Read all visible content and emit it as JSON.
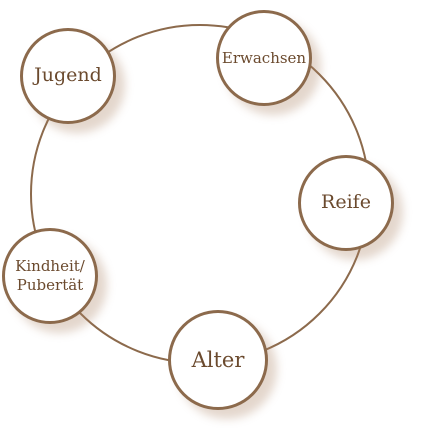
{
  "diagram": {
    "stages": {
      "jugend": "Jugend",
      "erwachsen": "Erwachsen",
      "reife": "Reife",
      "kindheit_line1": "Kindheit/",
      "kindheit_line2": "Pubertät",
      "alter": "Alter"
    },
    "colors": {
      "stroke": "#8c6a4c",
      "text": "#6b4a2e"
    }
  }
}
